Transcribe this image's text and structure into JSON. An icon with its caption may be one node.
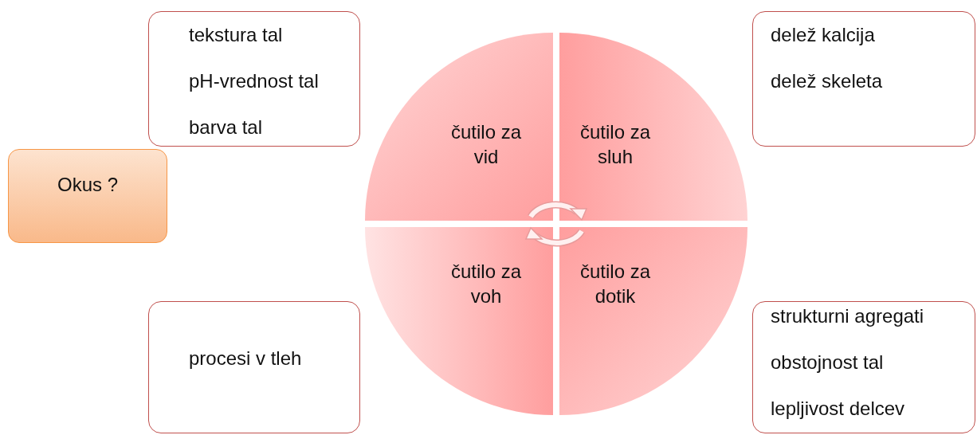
{
  "diagram": {
    "nodes": [
      {
        "text": [
          "tekstura tal",
          "pH-vrednost tal",
          "barva tal"
        ]
      },
      {
        "text": [
          "delež kalcija",
          "delež skeleta"
        ]
      },
      {
        "text": [
          "Okus ?"
        ]
      },
      {
        "text": [
          "čutilo za vid"
        ]
      },
      {
        "text": [
          "čutilo za sluh"
        ]
      },
      {
        "text": [
          "čutilo za voh"
        ]
      },
      {
        "text": [
          "čutilo za dotik"
        ]
      },
      {
        "text": [
          "procesi v tleh"
        ]
      },
      {
        "text": [
          "strukturni agregati",
          "obstojnost tal",
          "lepljivost delcev"
        ]
      }
    ]
  }
}
